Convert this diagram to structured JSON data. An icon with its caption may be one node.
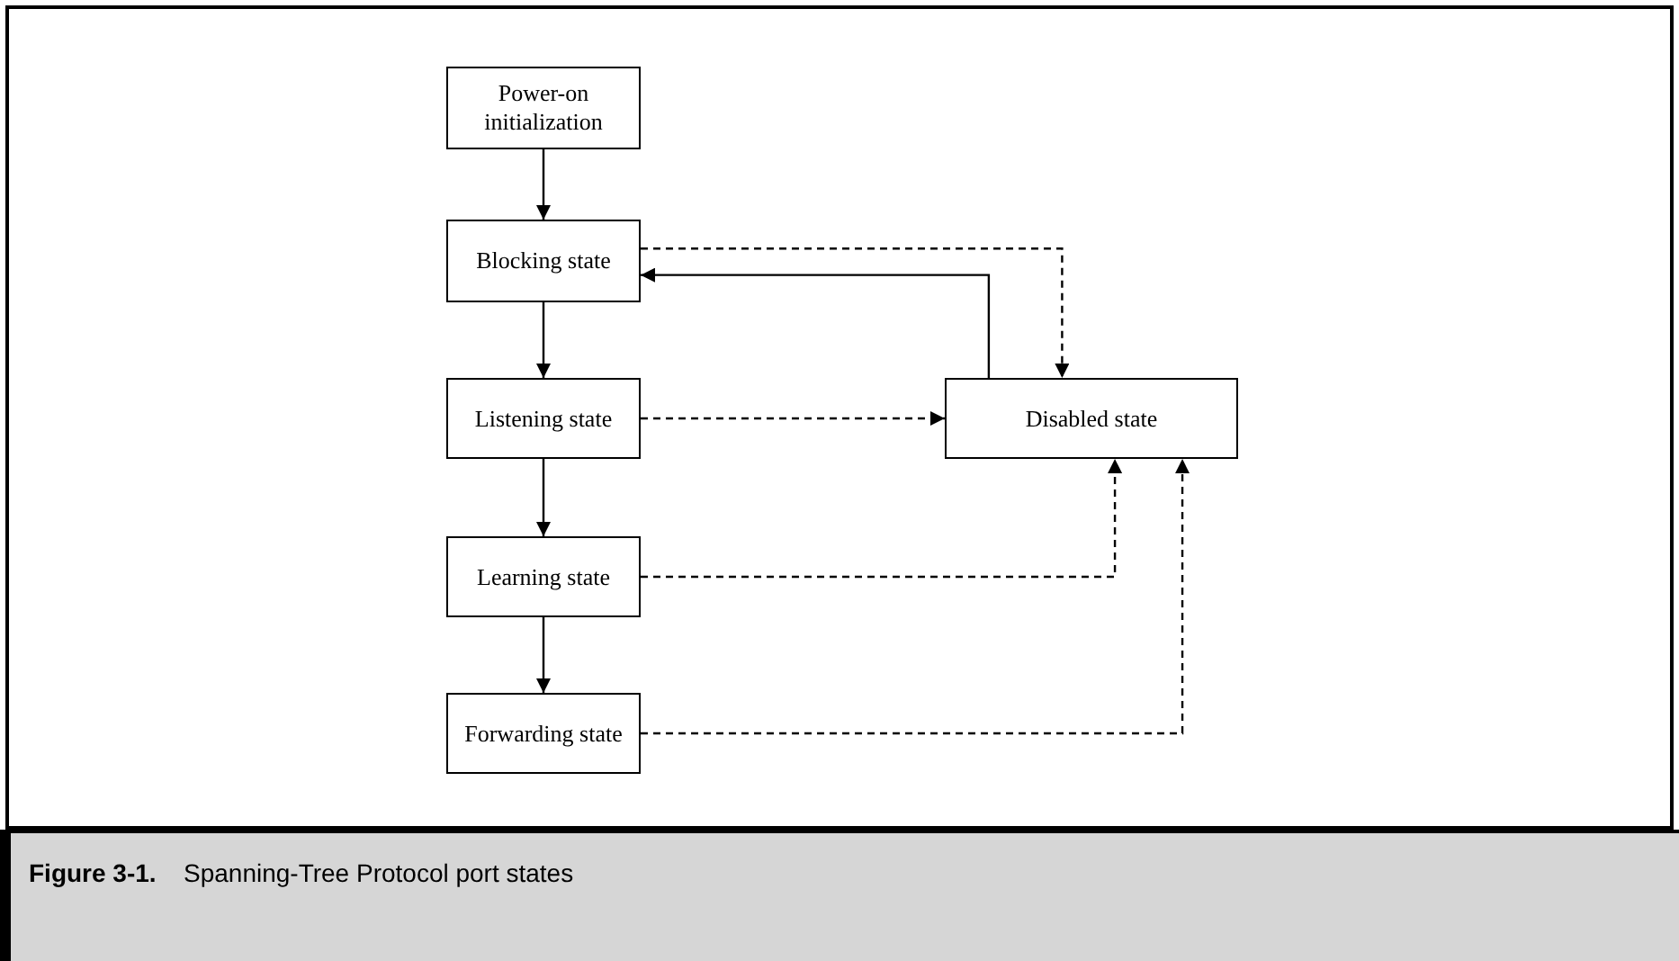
{
  "diagram": {
    "caption": "Spanning-Tree Protocol port states",
    "nodes": [
      {
        "text": [
          "Power-on initialization"
        ]
      },
      {
        "text": [
          "Blocking state"
        ]
      },
      {
        "text": [
          "Listening state"
        ]
      },
      {
        "text": [
          "Learning state"
        ]
      },
      {
        "text": [
          "Forwarding state"
        ]
      },
      {
        "text": [
          "Disabled state"
        ]
      }
    ],
    "edges": [
      {
        "from": 0,
        "to": 1,
        "arrow": "to"
      },
      {
        "from": 1,
        "to": 2,
        "arrow": "to"
      },
      {
        "from": 2,
        "to": 3,
        "arrow": "to"
      },
      {
        "from": 3,
        "to": 4,
        "arrow": "to"
      },
      {
        "from": 1,
        "to": 5,
        "arrow": "to",
        "style": "dashed"
      },
      {
        "from": 5,
        "to": 1,
        "arrow": "to"
      },
      {
        "from": 2,
        "to": 5,
        "arrow": "to",
        "style": "dashed"
      },
      {
        "from": 3,
        "to": 5,
        "arrow": "to",
        "style": "dashed"
      },
      {
        "from": 4,
        "to": 5,
        "arrow": "to",
        "style": "dashed"
      }
    ],
    "labels": [
      "Figure 3-1."
    ]
  }
}
